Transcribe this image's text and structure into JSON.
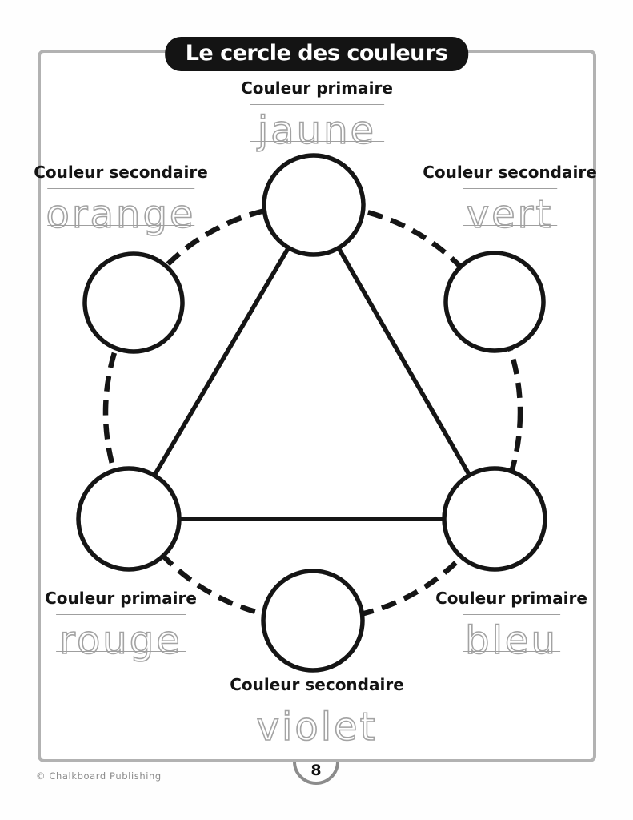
{
  "page": {
    "title": "Le cercle des couleurs",
    "footer_credit": "© Chalkboard Publishing",
    "page_number": "8"
  },
  "diagram": {
    "description": "color wheel with six empty circles, dashed ring and solid triangle linking the three primary colors",
    "nodes": [
      {
        "position": "top",
        "type_label": "Couleur primaire",
        "word": "jaune"
      },
      {
        "position": "upper-left",
        "type_label": "Couleur secondaire",
        "word": "orange"
      },
      {
        "position": "upper-right",
        "type_label": "Couleur secondaire",
        "word": "vert"
      },
      {
        "position": "lower-left",
        "type_label": "Couleur primaire",
        "word": "rouge"
      },
      {
        "position": "lower-right",
        "type_label": "Couleur primaire",
        "word": "bleu"
      },
      {
        "position": "bottom",
        "type_label": "Couleur secondaire",
        "word": "violet"
      }
    ],
    "colors": {
      "ink_black": "#141414",
      "frame_gray": "#b2b2b2",
      "guide_line_gray": "#9f9f9f",
      "trace_letter_gray": "#a3a3a3",
      "footer_gray": "#8a8a8a",
      "badge_gray": "#8c8c8c"
    }
  }
}
